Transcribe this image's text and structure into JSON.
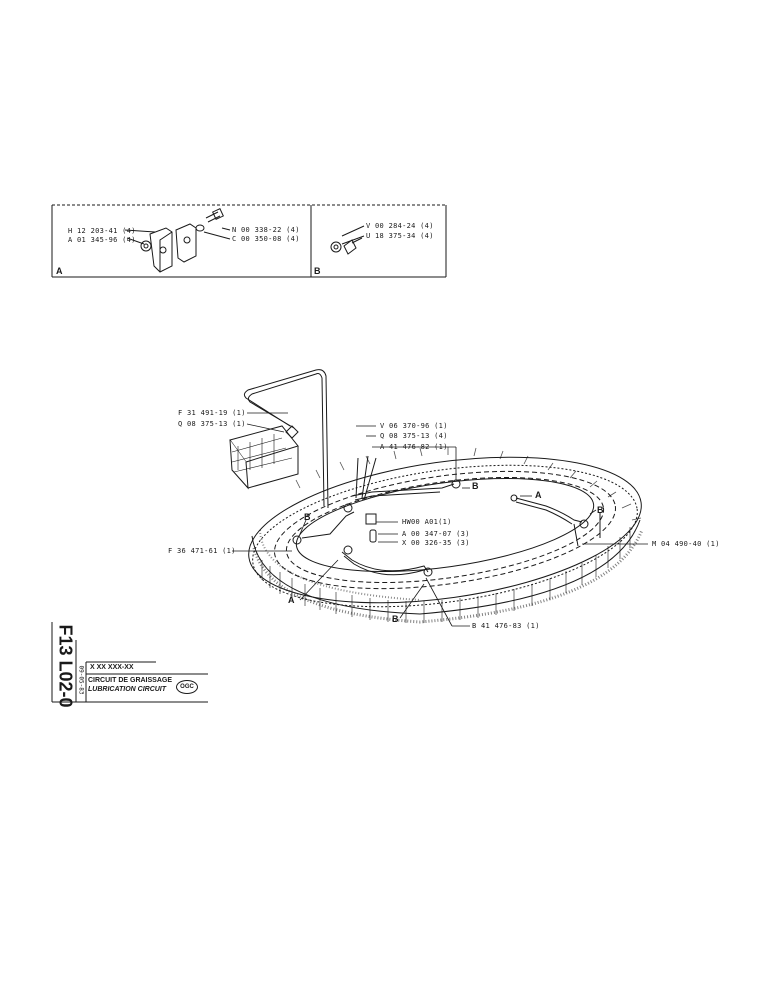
{
  "detail_a": {
    "section_label": "A",
    "parts": [
      "H 12 203-41 (4)",
      "A 01 345-96 (4)",
      "N 00 338-22 (4)",
      "C 00 350-08 (4)"
    ]
  },
  "detail_b": {
    "section_label": "B",
    "parts": [
      "V 00 284-24 (4)",
      "U 18 375-34 (4)"
    ]
  },
  "main": {
    "parts": {
      "f31491": "F 31 491-19 (1)",
      "q08375_13": "Q 08 375-13 (1)",
      "v06370": "V 06 370-96 (1)",
      "q08375_13b": "Q 08 375-13 (4)",
      "a41476": "A 41 476-82 (1)",
      "hw00": "HW00 A01(1)",
      "a00347": "A 00 347-07 (3)",
      "x00326": "X 00 326-35 (3)",
      "f36471": "F 36 471-61 (1)",
      "m04490": "M 04 490-40 (1)",
      "b41476": "B 41 476-83 (1)"
    },
    "callouts": {
      "b1": "B",
      "b2": "B",
      "b3": "B",
      "b4": "B",
      "a1": "A",
      "a2": "A"
    }
  },
  "title_block": {
    "code": "F13 L02-0",
    "date": "09-05-83",
    "ref": "X XX XXX-XX",
    "title_fr": "CIRCUIT DE GRAISSAGE",
    "title_en": "LUBRICATION CIRCUIT",
    "badge": "OGC"
  }
}
